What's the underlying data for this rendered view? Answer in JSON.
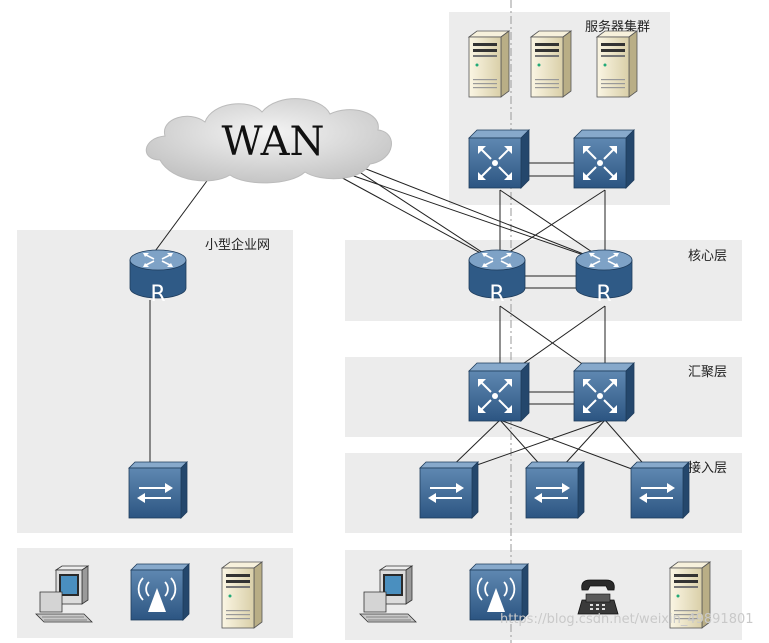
{
  "labels": {
    "server_cluster": "服务器集群",
    "small_enterprise": "小型企业网",
    "core_layer": "核心层",
    "aggregation_layer": "汇聚层",
    "access_layer": "接入层",
    "wan": "WAN",
    "router_letter": "R"
  },
  "watermark": "https://blog.csdn.net/weixin_49891801",
  "colors": {
    "zone_bg": "#ececec",
    "device_blue": "#3e6a95",
    "device_blue_dark": "#274a6d",
    "device_blue_light": "#6d94bb",
    "server_beige": "#efe6c8",
    "cloud": "#d8d8d8",
    "link": "#222222"
  },
  "icons": [
    "server-icon",
    "l3-switch-icon",
    "router-icon",
    "l2-switch-icon",
    "pc-icon",
    "wireless-ap-icon",
    "telephone-icon",
    "cloud-icon"
  ]
}
